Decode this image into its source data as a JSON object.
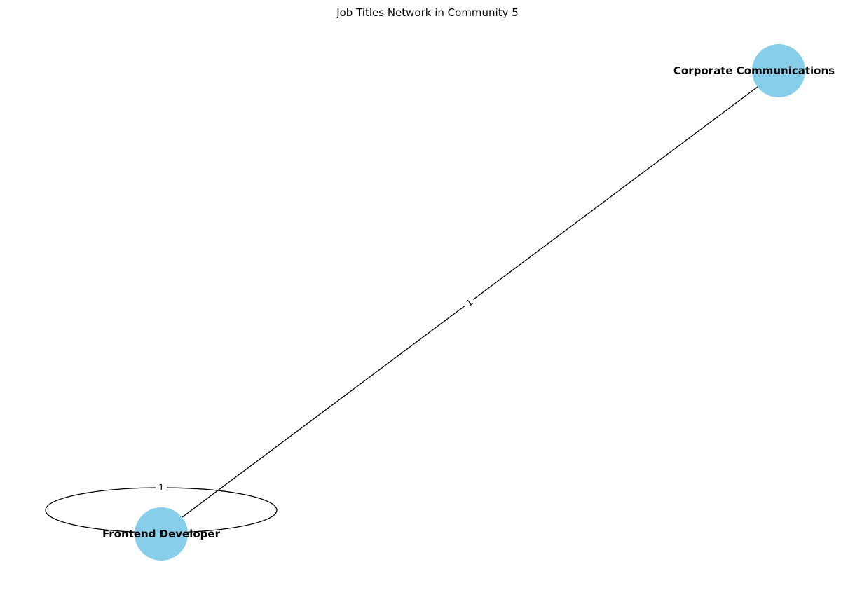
{
  "diagram": {
    "title": "Job Titles Network in Community 5",
    "node_color": "#87CEEB",
    "edge_color": "#000000",
    "nodes": [
      {
        "id": "corporate",
        "label": "Corporate Communications"
      },
      {
        "id": "frontend",
        "label": "Frontend Developer"
      }
    ],
    "edges": [
      {
        "from": "frontend",
        "to": "corporate",
        "weight": "1"
      },
      {
        "from": "frontend",
        "to": "frontend",
        "weight": "1"
      }
    ]
  }
}
